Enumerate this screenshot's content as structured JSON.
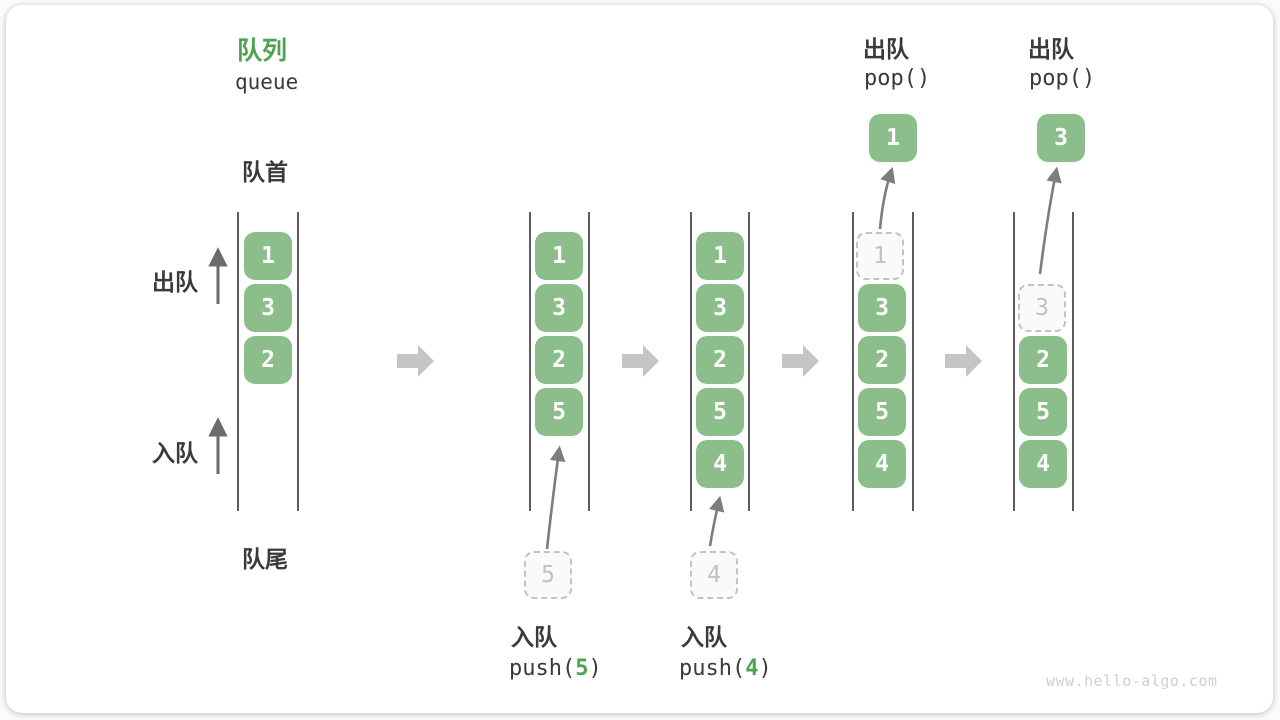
{
  "header": {
    "title_zh": "队列",
    "title_en": "queue"
  },
  "labels": {
    "front": "队首",
    "rear": "队尾",
    "dequeue": "出队",
    "enqueue": "入队"
  },
  "watermark": "www.hello-algo.com",
  "colors": {
    "green_fill": "#8CBE8C",
    "green_accent": "#4DA152",
    "block_arrow_gray": "#c5c5c5",
    "thin_arrow_gray": "#7d7d7d",
    "line_gray": "#5c5c5c",
    "text_dark": "#3a3a3a",
    "ghost_gray": "#c2c2c2"
  },
  "diagram": {
    "type": "queue-states",
    "states": [
      {
        "items": [
          "1",
          "3",
          "2"
        ]
      },
      {
        "items": [
          "1",
          "3",
          "2",
          "5"
        ],
        "pending": "5",
        "op": {
          "label": "入队",
          "code_prefix": "push(",
          "arg": "5",
          "code_suffix": ")"
        }
      },
      {
        "items": [
          "1",
          "3",
          "2",
          "5",
          "4"
        ],
        "pending": "4",
        "op": {
          "label": "入队",
          "code_prefix": "push(",
          "arg": "4",
          "code_suffix": ")"
        }
      },
      {
        "items": [
          "3",
          "2",
          "5",
          "4"
        ],
        "removed": "1",
        "popped": "1",
        "op": {
          "label": "出队",
          "code": "pop()"
        }
      },
      {
        "items": [
          "2",
          "5",
          "4"
        ],
        "removed": "3",
        "popped": "3",
        "op": {
          "label": "出队",
          "code": "pop()"
        }
      }
    ]
  }
}
